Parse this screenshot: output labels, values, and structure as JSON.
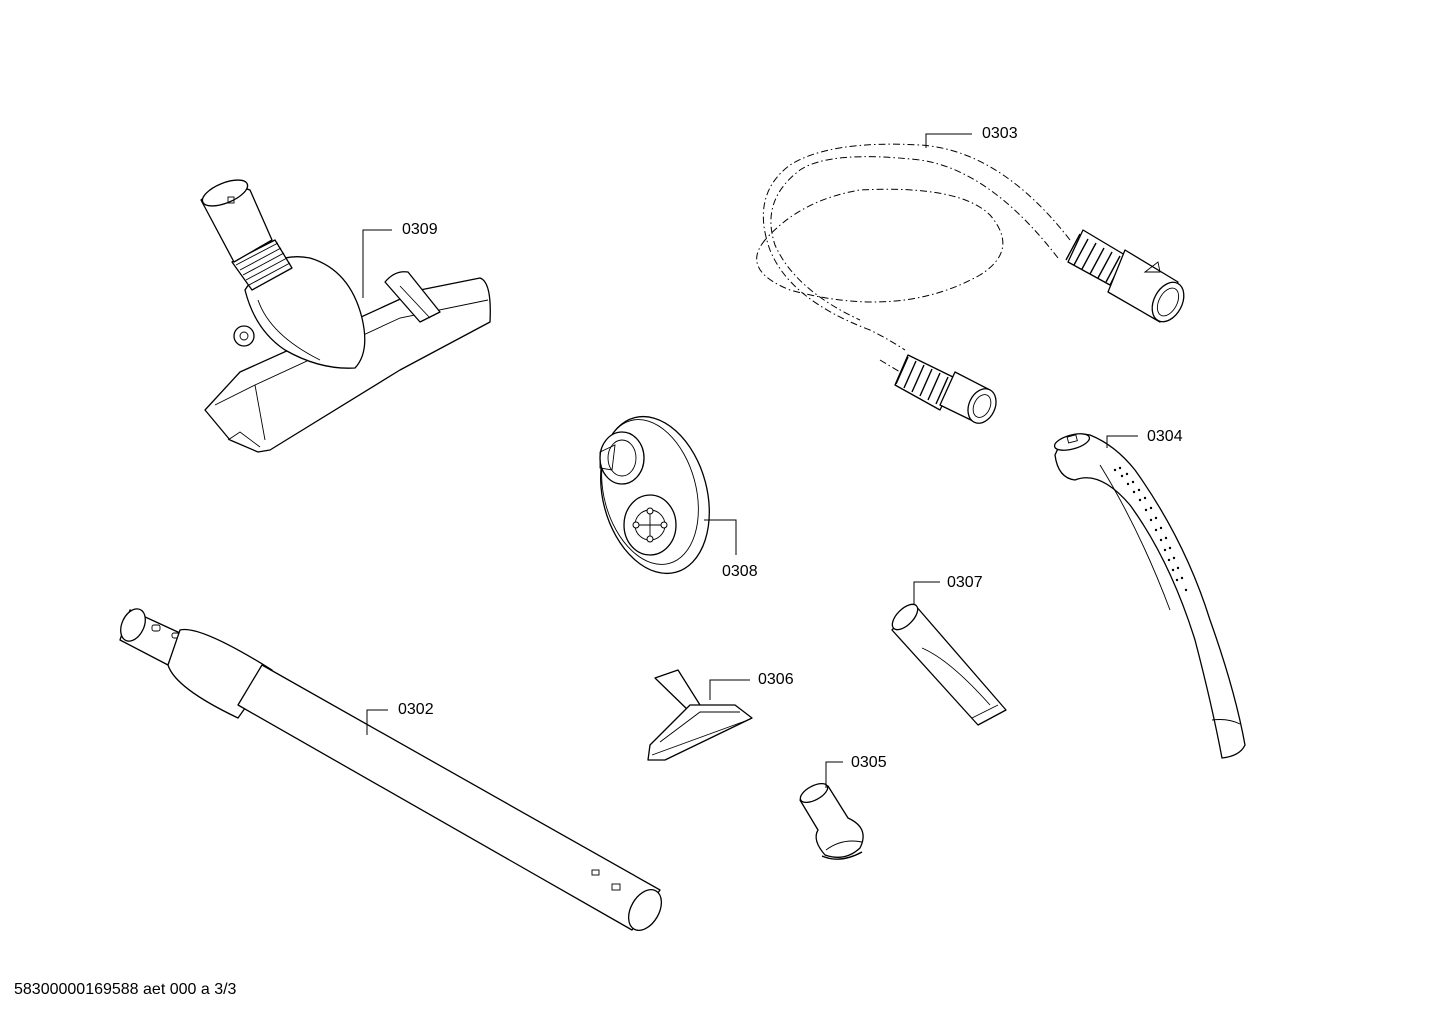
{
  "parts": {
    "p0302": "0302",
    "p0303": "0303",
    "p0304": "0304",
    "p0305": "0305",
    "p0306": "0306",
    "p0307": "0307",
    "p0308": "0308",
    "p0309": "0309"
  },
  "footer": {
    "doc_id": "58300000169588 aet 000 a 3/3"
  }
}
